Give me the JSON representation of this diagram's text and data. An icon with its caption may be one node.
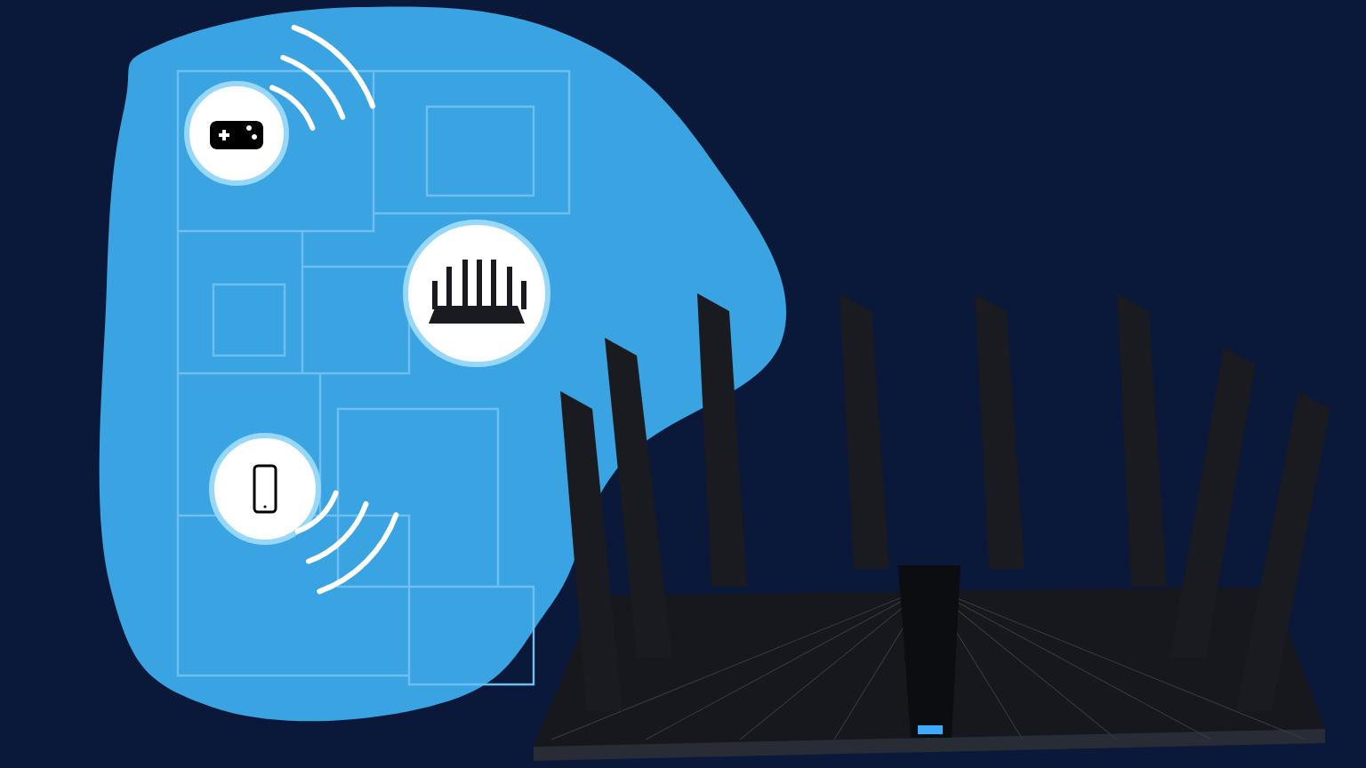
{
  "diagram": {
    "nodes": [
      {
        "text": [],
        "shape": "circle"
      },
      {
        "text": [],
        "shape": "circle"
      },
      {
        "text": [],
        "shape": "circle"
      },
      {
        "text": [],
        "shape": "picture"
      }
    ]
  }
}
